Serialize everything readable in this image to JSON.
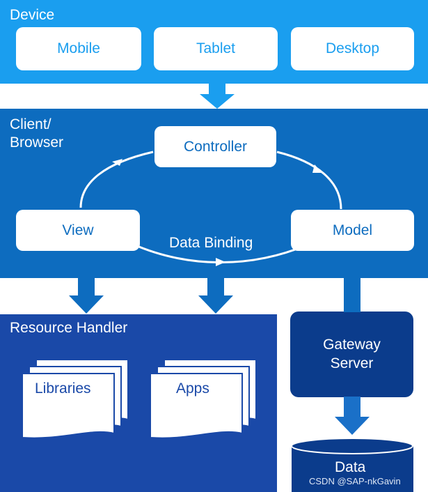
{
  "device": {
    "title": "Device",
    "items": [
      "Mobile",
      "Tablet",
      "Desktop"
    ]
  },
  "client": {
    "title_line1": "Client/",
    "title_line2": "Browser",
    "controller": "Controller",
    "view": "View",
    "model": "Model",
    "data_binding": "Data Binding"
  },
  "resource": {
    "title": "Resource Handler",
    "libraries": "Libraries",
    "apps": "Apps"
  },
  "gateway": {
    "line1": "Gateway",
    "line2": "Server"
  },
  "data": {
    "label": "Data"
  },
  "watermark": "CSDN @SAP-nkGavin",
  "colors": {
    "device_band": "#1a9eef",
    "client_band": "#0d6cbf",
    "resource_band": "#1a49a8",
    "gateway": "#0b3c8c",
    "data_cylinder": "#0b3c8c"
  }
}
